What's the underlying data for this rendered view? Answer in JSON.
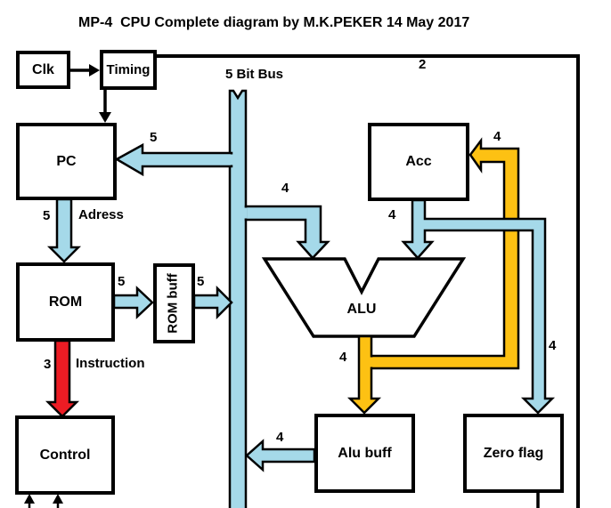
{
  "title": "MP-4  CPU Complete diagram by M.K.PEKER 14 May 2017",
  "blocks": {
    "clk": "Clk",
    "timing": "Timing",
    "pc": "PC",
    "rom": "ROM",
    "rom_buff": "ROM buff",
    "control": "Control",
    "acc": "Acc",
    "alu": "ALU",
    "alu_buff": "Alu buff",
    "zero_flag": "Zero flag"
  },
  "bus_label": "5 Bit Bus",
  "wire_labels": {
    "timing_wire": "2",
    "bus_to_pc": "5",
    "pc_to_rom_bits": "5",
    "pc_to_rom_name": "Adress",
    "rom_to_buff": "5",
    "buff_to_bus": "5",
    "rom_to_control_bits": "3",
    "rom_to_control_name": "Instruction",
    "bus_to_alu": "4",
    "acc_to_alu": "4",
    "alu_to_acc": "4",
    "alu_to_alubuff": "4",
    "alubuff_to_bus": "4",
    "acc_to_zeroflag": "4"
  },
  "colors": {
    "bus_blue": "#A5D9E9",
    "data_orange": "#FDC113",
    "instruction_red": "#EC1C24",
    "line_black": "#000000",
    "background": "#FFFFFF"
  }
}
